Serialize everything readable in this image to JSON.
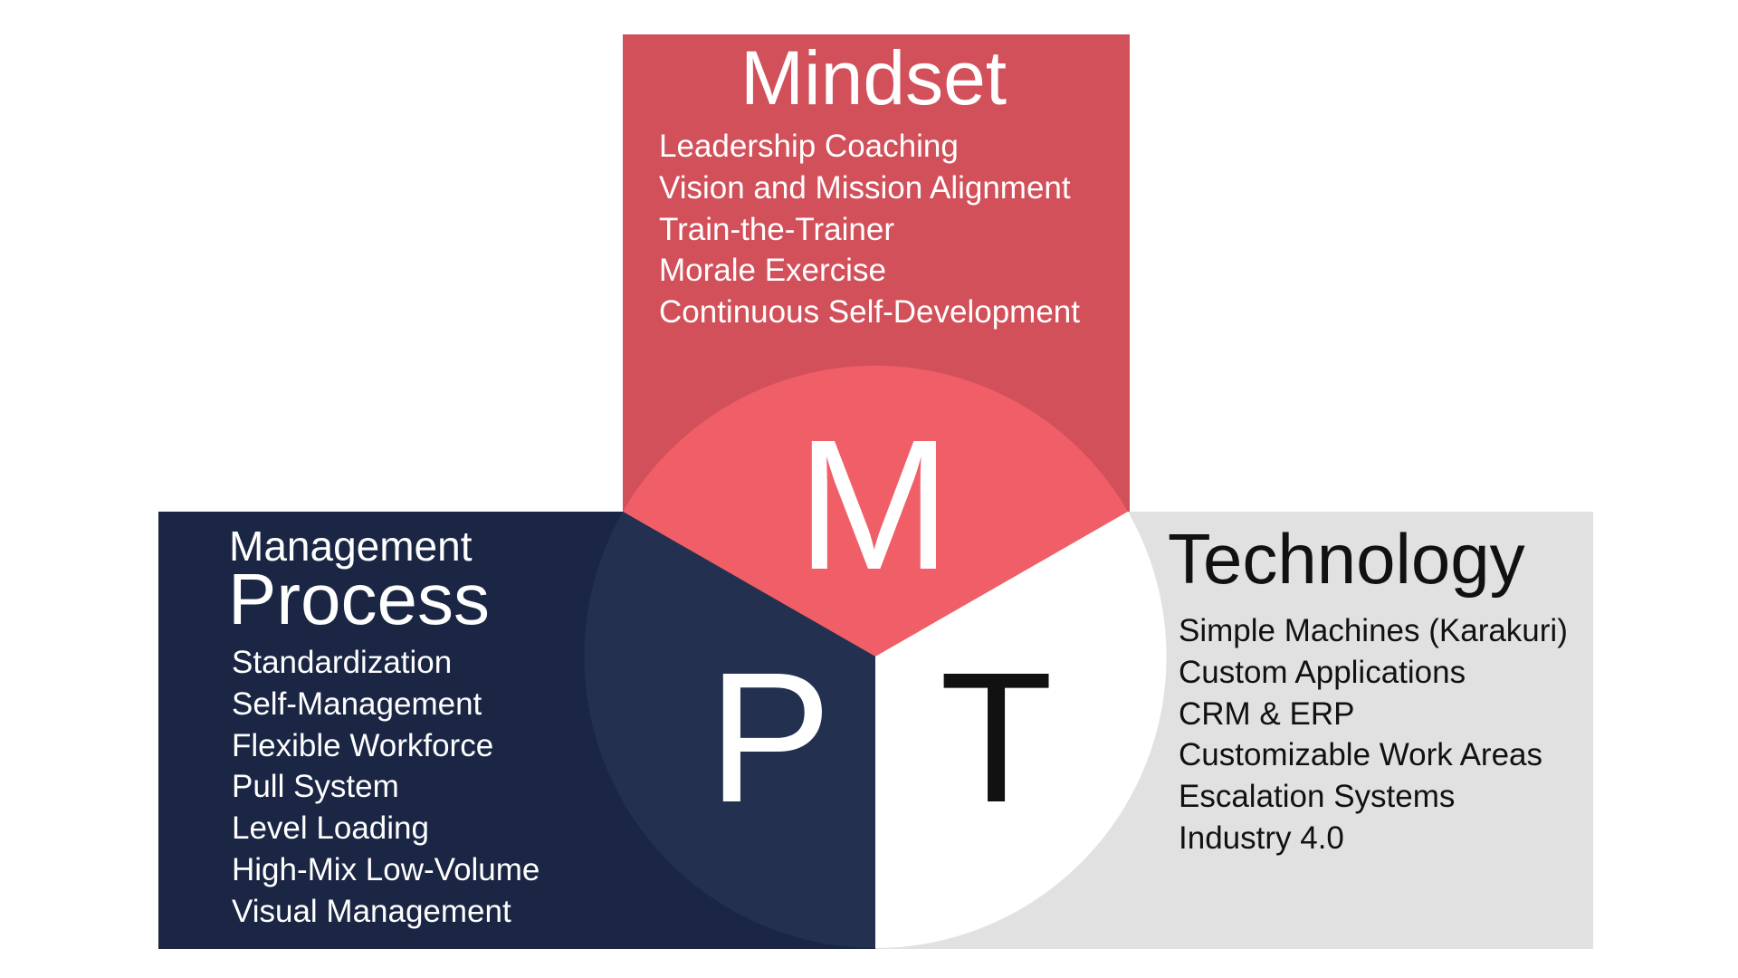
{
  "colors": {
    "mindset_panel": "#d2505a",
    "mindset_sector": "#f05e68",
    "process_panel": "#1a2644",
    "process_sector": "#233050",
    "technology_panel": "#e1e1e1",
    "technology_sector": "#ffffff",
    "text_light": "#ffffff",
    "text_dark": "#111111"
  },
  "mindset": {
    "title": "Mindset",
    "letter": "M",
    "items": [
      "Leadership Coaching",
      "Vision and Mission Alignment",
      "Train-the-Trainer",
      "Morale Exercise",
      "Continuous Self-Development"
    ]
  },
  "process": {
    "title_small": "Management",
    "title": "Process",
    "letter": "P",
    "items": [
      "Standardization",
      "Self-Management",
      "Flexible Workforce",
      "Pull System",
      "Level Loading",
      "High-Mix Low-Volume",
      "Visual Management"
    ]
  },
  "technology": {
    "title": "Technology",
    "letter": "T",
    "items": [
      "Simple Machines (Karakuri)",
      "Custom Applications",
      "CRM & ERP",
      "Customizable Work Areas",
      "Escalation Systems",
      "Industry 4.0"
    ]
  }
}
